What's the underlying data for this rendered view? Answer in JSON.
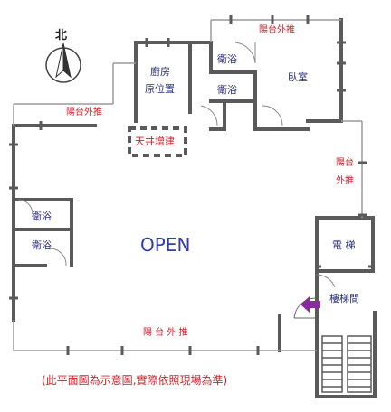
{
  "compass": {
    "label": "北",
    "icon": "north-arrow-icon"
  },
  "rooms": {
    "kitchen_line1": "廚房",
    "kitchen_line2": "原位置",
    "bath_top_1": "衛浴",
    "bath_top_2": "衛浴",
    "bedroom": "臥室",
    "bath_left_1": "衛浴",
    "bath_left_2": "衛浴",
    "elevator": "電 梯",
    "stairwell": "樓梯間",
    "open_area": "OPEN",
    "skylight": "天井增建"
  },
  "balconies": {
    "top_right": "陽台外推",
    "left": "陽台外推",
    "right_line1": "陽台",
    "right_line2": "外推",
    "bottom": "陽 台 外 推"
  },
  "note": "(此平面圖為示意圖,實際依照現場為準)",
  "colors": {
    "wall": "#5a5a5a",
    "balcony_line": "#9a9a9a",
    "room_text": "#2a2f7a",
    "red_text": "#d0202a",
    "open_text": "#2f3ea8",
    "arrow": "#8b2aa0"
  }
}
